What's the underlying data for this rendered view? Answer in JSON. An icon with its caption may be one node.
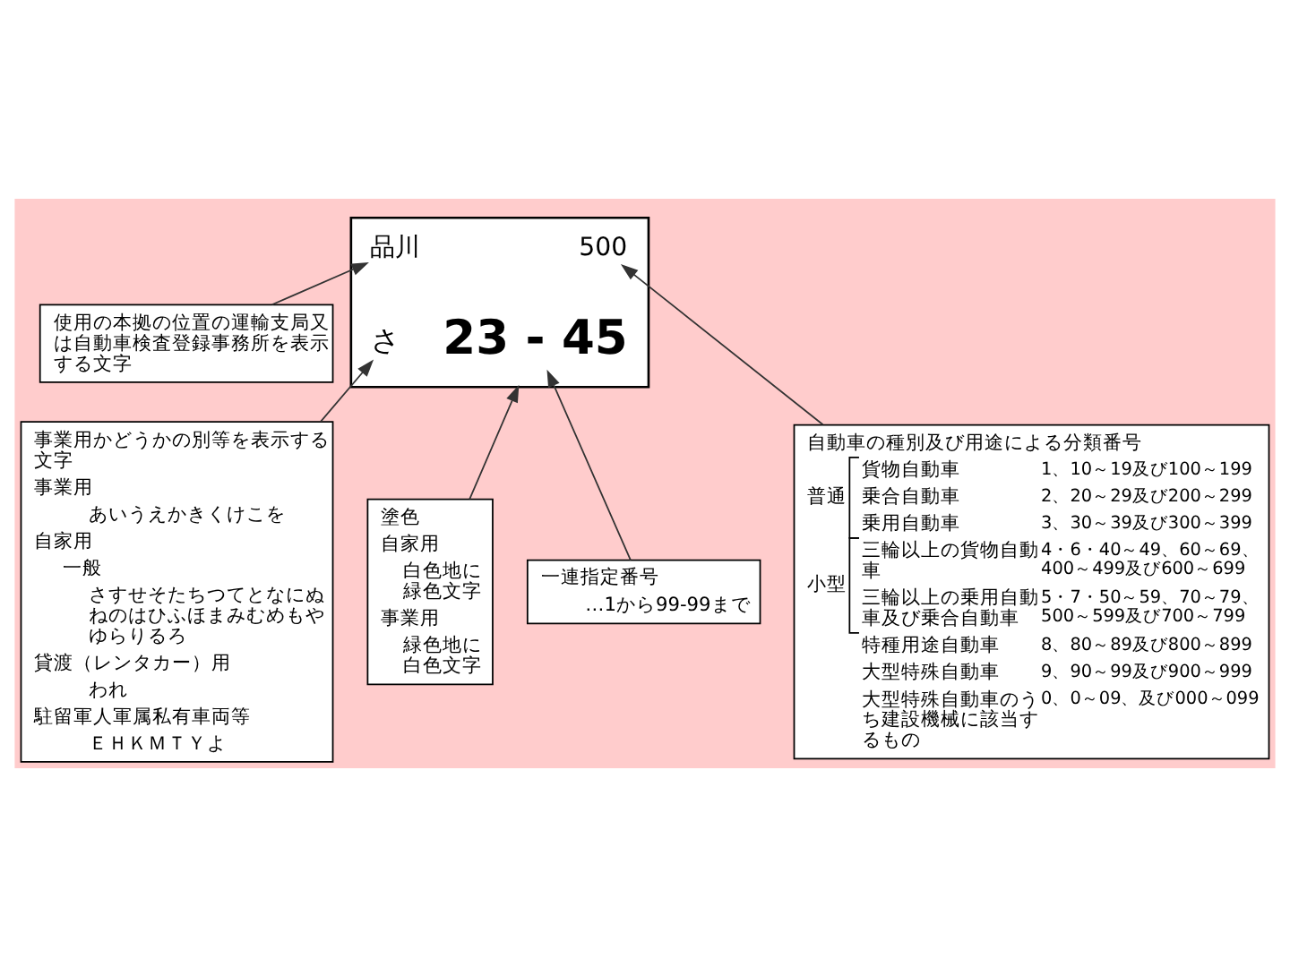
{
  "diagram": {
    "nodes": [
      {
        "text": [
          "使用の本拠の位置の運輸支局又は自動車検査登録事務所を表示する文字"
        ]
      },
      {
        "text": [
          "自動車の種別及び用途による分類番号",
          "普通",
          "貨物自動車",
          "1、10～19及び100～199",
          "乗合自動車",
          "2、20～29及び200～299",
          "乗用自動車",
          "3、30～39及び300～399",
          "小型",
          "三輪以上の貨物自動車",
          "4・6・40～49、60～69、400～499及び600～699",
          "三輪以上の乗用自動車及び乗合自動車",
          "5・7・50～59、70～79、500～599及び700～799",
          "特種用途自動車",
          "8、80～89及び800～899",
          "大型特殊自動車",
          "9、90～99及び900～999",
          "大型特殊自動車のうち建設機械に該当するもの",
          "0、0～09、及び000～099"
        ]
      },
      {
        "text": [],
        "shape": "box"
      },
      {
        "text": [
          "品川"
        ],
        "in": 2
      },
      {
        "text": [
          "500"
        ],
        "in": 2
      },
      {
        "text": [
          "さ"
        ],
        "in": 2
      },
      {
        "text": [
          "23 - 45"
        ],
        "in": 2
      },
      {
        "text": [
          "事業用かどうかの別等を表示する文字",
          "事業用",
          "あいうえかきくけこを",
          "自家用",
          "一般",
          "さすせそたちつてとなにぬねのはひふほまみむめもやゆらりるろ",
          "貸渡（レンタカー）用",
          "われ",
          "駐留軍人軍属私有車両等",
          "ＥＨＫＭＴＹよ"
        ]
      },
      {
        "text": [
          "塗色",
          "自家用",
          "白色地に緑色文字",
          "事業用",
          "緑色地に白色文字"
        ]
      },
      {
        "text": [
          "一連指定番号",
          "…1から99-99まで"
        ]
      }
    ],
    "edges": [
      {
        "from": 0,
        "to": 3,
        "arrow": "to"
      },
      {
        "from": 1,
        "to": 4,
        "arrow": "to"
      },
      {
        "from": 7,
        "to": 5,
        "arrow": "to"
      },
      {
        "from": 8,
        "to": 2,
        "arrow": "to"
      },
      {
        "from": 9,
        "to": 6,
        "arrow": "to"
      }
    ]
  }
}
